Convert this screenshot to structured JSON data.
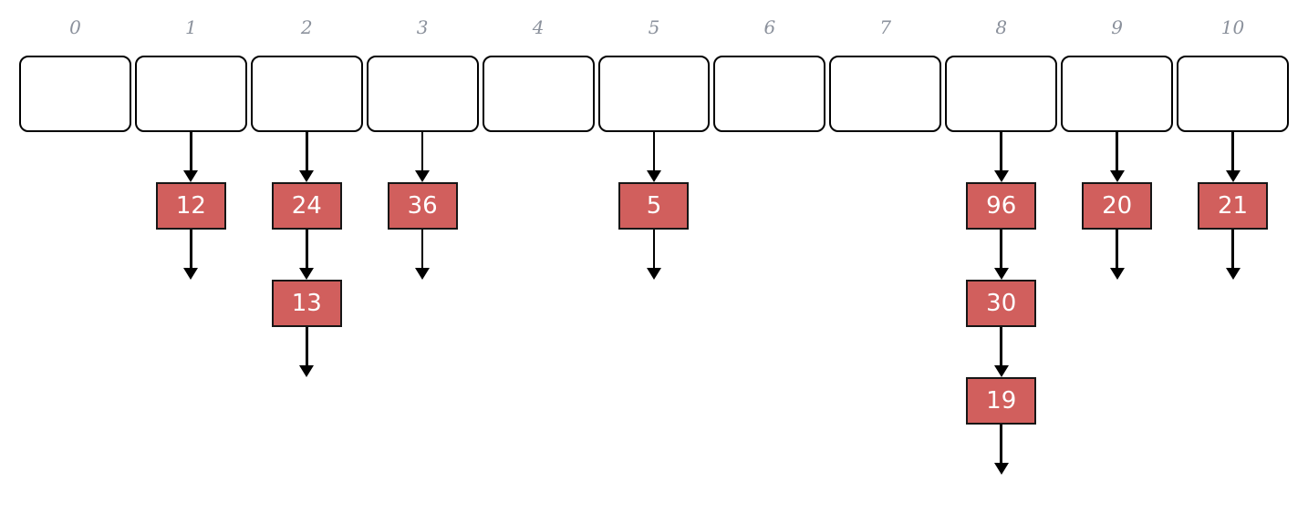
{
  "diagram": {
    "type": "hash-table-with-separate-chaining",
    "bucket_count": 11,
    "colors": {
      "background": "#ffffff",
      "bucket_border": "#000000",
      "bucket_fill": "#ffffff",
      "index_label": "#8b919c",
      "node_fill": "#d15f5d",
      "node_border": "#161616",
      "node_text": "#ffffff",
      "arrow": "#000000"
    },
    "buckets": [
      {
        "index": "0",
        "chain": []
      },
      {
        "index": "1",
        "chain": [
          "12"
        ]
      },
      {
        "index": "2",
        "chain": [
          "24",
          "13"
        ]
      },
      {
        "index": "3",
        "chain": [
          "36"
        ]
      },
      {
        "index": "4",
        "chain": []
      },
      {
        "index": "5",
        "chain": [
          "5"
        ]
      },
      {
        "index": "6",
        "chain": []
      },
      {
        "index": "7",
        "chain": []
      },
      {
        "index": "8",
        "chain": [
          "96",
          "30",
          "19"
        ]
      },
      {
        "index": "9",
        "chain": [
          "20"
        ]
      },
      {
        "index": "10",
        "chain": [
          "21"
        ]
      }
    ]
  }
}
